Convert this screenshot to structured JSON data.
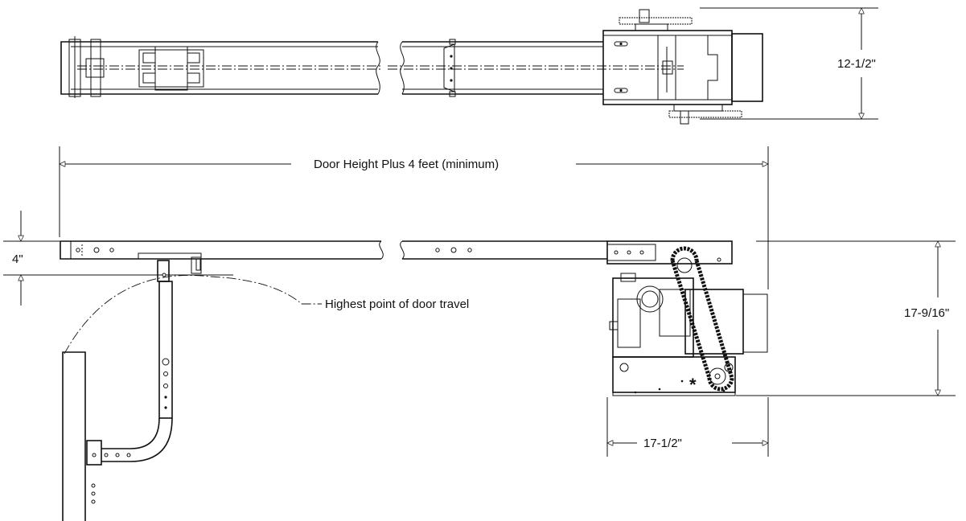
{
  "dimensions": {
    "width_label": "12-1/2\"",
    "rail_length_label": "Door Height Plus 4 feet (minimum)",
    "clearance_label": "4\"",
    "travel_label": "Highest point of door travel",
    "height_label": "17-9/16\"",
    "depth_label": "17-1/2\""
  },
  "marks": {
    "star": "*"
  }
}
